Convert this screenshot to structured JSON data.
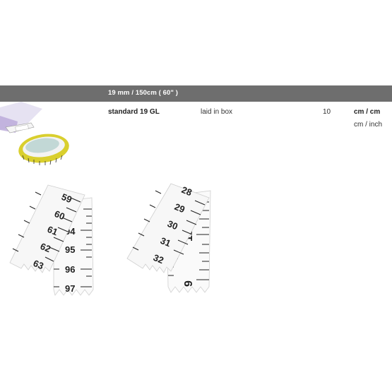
{
  "header": {
    "spec": "19 mm / 150cm ( 60\" )"
  },
  "product": {
    "name": "standard 19 GL",
    "packaging": "laid in box",
    "quantity": "10",
    "unit_primary": "cm / cm",
    "unit_secondary": "cm / inch"
  },
  "tape_cm_cm": {
    "left_numbers": [
      "59",
      "60",
      "61",
      "62",
      "63"
    ],
    "right_numbers": [
      "94",
      "95",
      "96",
      "97"
    ]
  },
  "tape_cm_inch": {
    "left_numbers": [
      "28",
      "29",
      "30",
      "31",
      "32"
    ],
    "right_numbers": [
      "10",
      "9"
    ]
  },
  "colors": {
    "header_bg": "#6e6e6e",
    "tape_yellow": "#e8e04a",
    "tape_white": "#fafafa"
  }
}
